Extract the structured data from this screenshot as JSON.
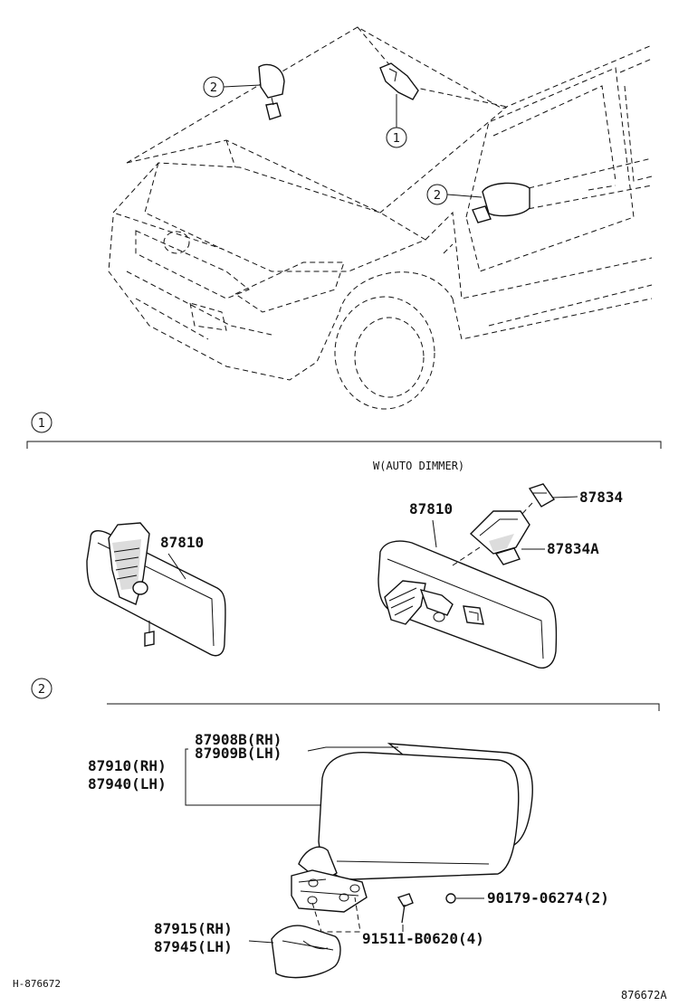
{
  "diagram": {
    "callouts": {
      "mirror_inner": "1",
      "mirror_outer": "2"
    },
    "section1": {
      "number": "1",
      "variant_note": "W(AUTO DIMMER)",
      "part_basic_mirror": "87810",
      "part_auto_mirror": "87810",
      "part_cover_upper": "87834",
      "part_cover_lower": "87834A"
    },
    "section2": {
      "number": "2",
      "cover_rh": "87908B(RH)",
      "cover_lh": "87909B(LH)",
      "assy_rh": "87910(RH)",
      "assy_lh": "87940(LH)",
      "screw": "90179-06274(2)",
      "bolt": "91511-B0620(4)",
      "base_cover_rh": "87915(RH)",
      "base_cover_lh": "87945(LH)"
    },
    "footer": {
      "left_code": "H-876672",
      "right_code": "876672A"
    }
  }
}
